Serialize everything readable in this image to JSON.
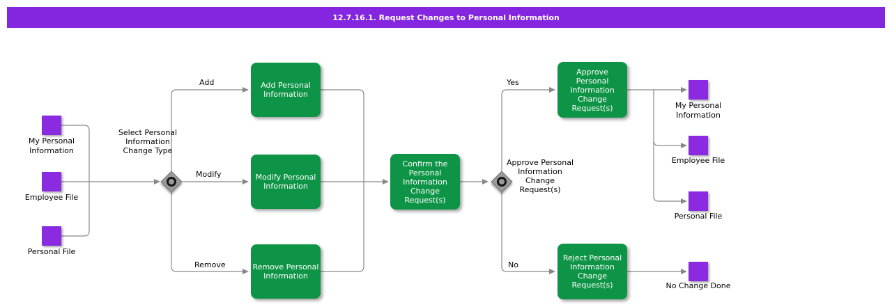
{
  "title": "12.7.16.1. Request Changes to Personal Information",
  "colors": {
    "banner": "#8426DF",
    "artifact_square": "#8A2BE2",
    "task_box": "#0E9446",
    "connector": "#888888",
    "gateway": "#9A9A9A"
  },
  "inputs": [
    {
      "label": "My Personal Information"
    },
    {
      "label": "Employee File"
    },
    {
      "label": "Personal File"
    }
  ],
  "gateways": [
    {
      "label": "Select Personal Information Change Type"
    },
    {
      "label": "Approve Personal Information Change Request(s)"
    }
  ],
  "tasks": [
    {
      "label": "Add Personal Information"
    },
    {
      "label": "Modify Personal Information"
    },
    {
      "label": "Remove Personal Information"
    },
    {
      "label": "Confirm the Personal Information Change Request(s)"
    },
    {
      "label": "Approve Personal Information Change Request(s)"
    },
    {
      "label": "Reject Personal Information Change Request(s)"
    }
  ],
  "outputs": [
    {
      "label": "My Personal Information"
    },
    {
      "label": "Employee File"
    },
    {
      "label": "Personal File"
    },
    {
      "label": "No Change Done"
    }
  ],
  "edges": {
    "add": "Add",
    "modify": "Modify",
    "remove": "Remove",
    "yes": "Yes",
    "no": "No"
  }
}
